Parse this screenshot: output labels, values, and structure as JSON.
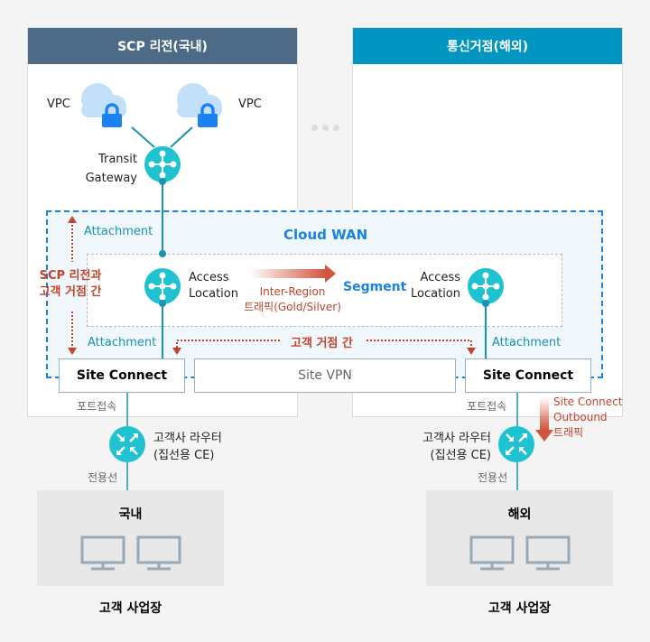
{
  "regions": {
    "domestic": {
      "title": "SCP 리전(국내)",
      "header_color": "#4d6a87"
    },
    "overseas": {
      "title": "통신거점(해외)",
      "header_color": "#0096c1"
    }
  },
  "vpc": {
    "left_label": "VPC",
    "right_label": "VPC"
  },
  "transit_gateway": {
    "line1": "Transit",
    "line2": "Gateway"
  },
  "cloud_wan": {
    "title": "Cloud WAN",
    "segment_label": "Segment",
    "left_access": {
      "line1": "Access",
      "line2": "Location"
    },
    "right_access": {
      "line1": "Access",
      "line2": "Location"
    },
    "inter_region": {
      "line1": "Inter-Region",
      "line2": "트래픽(Gold/Silver)"
    },
    "attachment_top": "Attachment",
    "attachment_left": "Attachment",
    "attachment_right": "Attachment"
  },
  "annotations": {
    "scp_to_customer": {
      "line1": "SCP 리전과",
      "line2": "고객 거점 간"
    },
    "customer_sites": "고객 거점 간",
    "outbound": {
      "line1": "Site Connect",
      "line2": "Outbound",
      "line3": "트래픽"
    }
  },
  "boxes": {
    "site_connect_left": "Site Connect",
    "site_vpn": "Site VPN",
    "site_connect_right": "Site Connect"
  },
  "links": {
    "port_left": "포트접속",
    "port_right": "포트접속",
    "dedicated_left": "전용선",
    "dedicated_right": "전용선"
  },
  "routers": {
    "left": {
      "line1": "고객사 라우터",
      "line2": "(집선용 CE)"
    },
    "right": {
      "line1": "고객사 라우터",
      "line2": "(집선용 CE)"
    }
  },
  "sites": {
    "left": {
      "title": "국내",
      "caption": "고객 사업장"
    },
    "right": {
      "title": "해외",
      "caption": "고객 사업장"
    }
  },
  "colors": {
    "teal": "#1ec2d0",
    "line": "#1a93b3",
    "lock_blue": "#1a82f5",
    "cloud_light": "#c3e0fa",
    "red": "#c3442a",
    "dashed_blue": "#1a82e2",
    "monitor": "#97aab8"
  }
}
